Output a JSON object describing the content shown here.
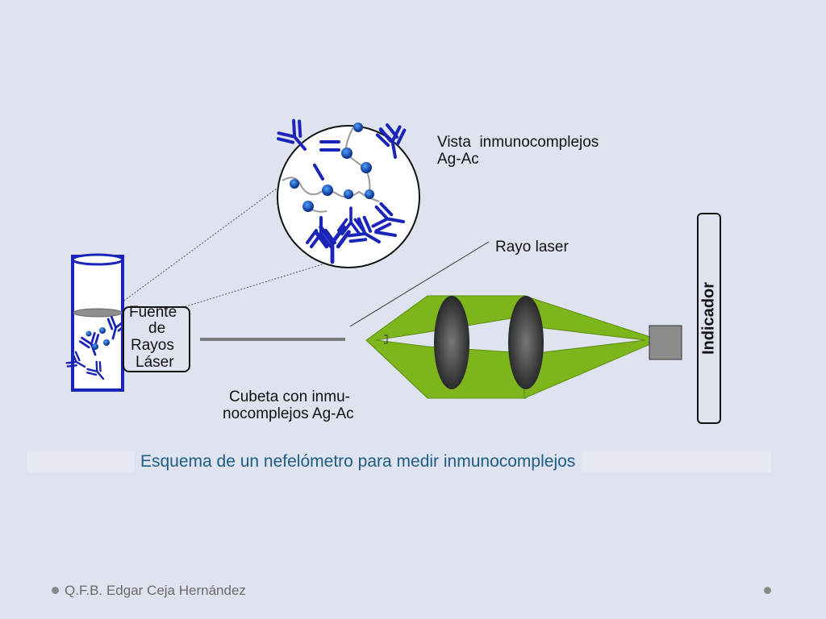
{
  "diagram": {
    "source_label": {
      "line1": "Fuente",
      "line2": "de",
      "line3": "Rayos",
      "line4": "Láser"
    },
    "magnified_view_label": {
      "line1": "Vista  inmunocomplejos",
      "line2": "Ag-Ac"
    },
    "laser_ray_label": "Rayo laser",
    "cuvette_label": {
      "line1": "Cubeta con inmu-",
      "line2": "nocomplejos Ag-Ac"
    },
    "indicator_label": "Indicador",
    "caption": "Esquema de un nefelómetro para medir inmunocomplejos"
  },
  "footer": {
    "author": "Q.F.B. Edgar Ceja Hernández"
  },
  "colors": {
    "background": "#dfe3ef",
    "antibody": "#1a24b8",
    "antigen": "#1f5fd6",
    "lens_cone": "#7db51c",
    "lens": "#4a4a4a",
    "caption_text": "#1c5c86"
  }
}
